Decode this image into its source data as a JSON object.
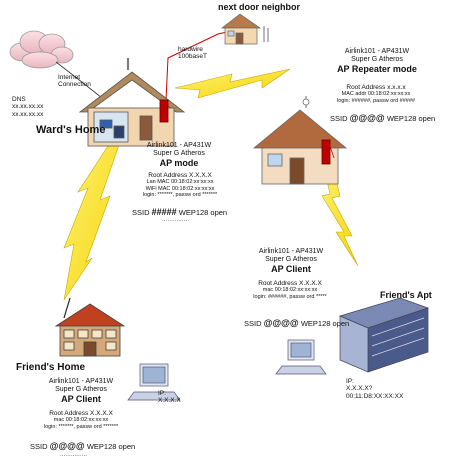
{
  "cloud": {
    "dns_label": "DNS",
    "dns_value_1": "xx.xx.xx.xx",
    "dns_value_2": "xx.xx.xx.xx",
    "link_label_1": "Internet",
    "link_label_2": "Connection"
  },
  "neighbor": {
    "title": "next door neighbor",
    "link_label_1": "hardwire",
    "link_label_2": "100baseT"
  },
  "wards_home": {
    "title": "Ward's Home",
    "model": "Airlink101 - AP431W",
    "chipset": "Super G Atheros",
    "mode": "AP mode",
    "root": "Root Address  X.X.X.X",
    "lan_mac": "Lan MAC 00:18:02:xx:xx:xx",
    "wifi_mac": "WiFi MAC 00:18:02:xx:xx:xx",
    "login": "login: *******, passw ord *******",
    "ssid_prefix": "SSID",
    "ssid_name": "#####",
    "ssid_suffix": "WEP128 open",
    "dashes": "..............."
  },
  "repeater": {
    "model": "Airlink101 - AP431W",
    "chipset": "Super G Atheros",
    "mode": "AP Repeater mode",
    "root": "Root Address  x.x.x.x",
    "mac": "MAC addr 00:18:02:xx:xx:xx",
    "login": "login: ######, passw ord #####",
    "ssid_prefix": "SSID",
    "ssid_name": "@@@@",
    "ssid_suffix": "WEP128 open"
  },
  "friends_apt": {
    "title": "Friend's Apt",
    "model": "Airlink101 - AP431W",
    "chipset": "Super G Atheros",
    "mode": "AP Client",
    "root": "Root Address  X.X.X.X",
    "mac": "mac 00:18:02:xx:xx:xx",
    "login": "login: ######, passw ord *****",
    "ssid_prefix": "SSID",
    "ssid_name": "@@@@",
    "ssid_suffix": "WEP128 open",
    "ip_label": "IP:",
    "ip_value": "X.X.X.X?",
    "ip_mac": "00:11:D8:XX:XX:XX"
  },
  "friends_home": {
    "title": "Friend's Home",
    "model": "Airlink101 - AP431W",
    "chipset": "Super G Atheros",
    "mode": "AP Client",
    "root": "Root Address  X.X.X.X",
    "mac": "mac 00:18:02:xx:xx:xx",
    "login": "login: *******, passw ord *******",
    "ssid_prefix": "SSID",
    "ssid_name": "@@@@",
    "ssid_suffix": "WEP128 open",
    "ip_label": "IP:",
    "ip_value": "X.X.X.X",
    "dashes": "..............."
  }
}
